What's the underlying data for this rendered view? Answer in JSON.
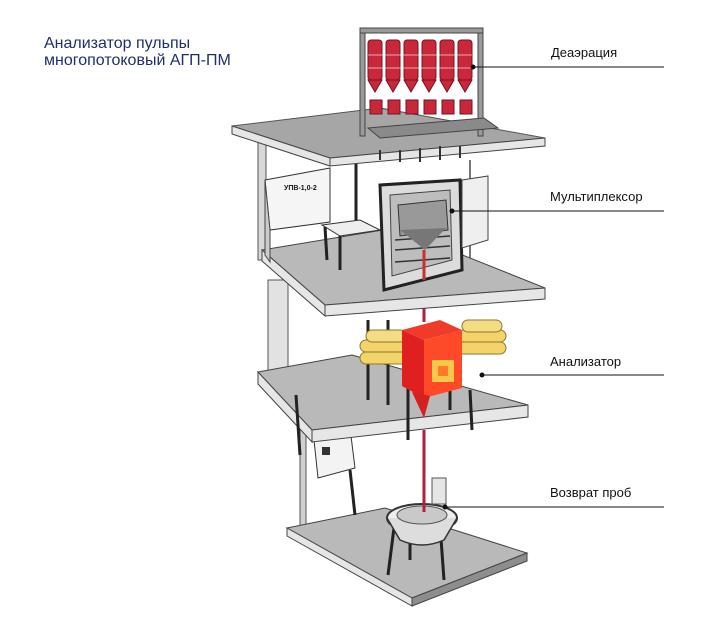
{
  "title": {
    "line1": "Анализатор пульпы",
    "line2": "многопотоковый АГП-ПМ"
  },
  "labels": {
    "deaeration": "Деаэрация",
    "multiplexer": "Мультиплексор",
    "analyzer": "Анализатор",
    "sample_return": "Возврат проб"
  },
  "cabinet_text": "УПВ-1,0-2",
  "colors": {
    "title": "#1f2f6e",
    "vessel": "#c8283a",
    "analyzer": "#e02020",
    "detector": "#f3d36a"
  }
}
